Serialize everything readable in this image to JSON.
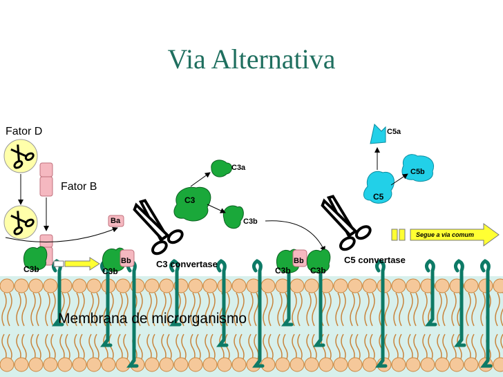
{
  "title": "Via Alternativa",
  "labels": {
    "fator_d": "Fator D",
    "fator_b": "Fator B",
    "ba": "Ba",
    "bb": "Bb",
    "c3": "C3",
    "c3a": "C3a",
    "c3b": "C3b",
    "c3_convertase": "C3 convertase",
    "c5_convertase": "C5 convertase",
    "c5": "C5",
    "c5a": "C5a",
    "c5b": "C5b",
    "segue": "Segue a via comum",
    "membrana": "Membrana de microrganismo"
  },
  "colors": {
    "title": "#1f6f5f",
    "c3_green": "#1aa83a",
    "c5_cyan": "#22d0e8",
    "factor_pink": "#f5b8c0",
    "arrow_yellow": "#ffff33",
    "lipid_head": "#f5c89a",
    "membrane_water": "#d8f0ec",
    "receptor": "#0d7a66",
    "scissors_circle": "#ffffaa"
  }
}
